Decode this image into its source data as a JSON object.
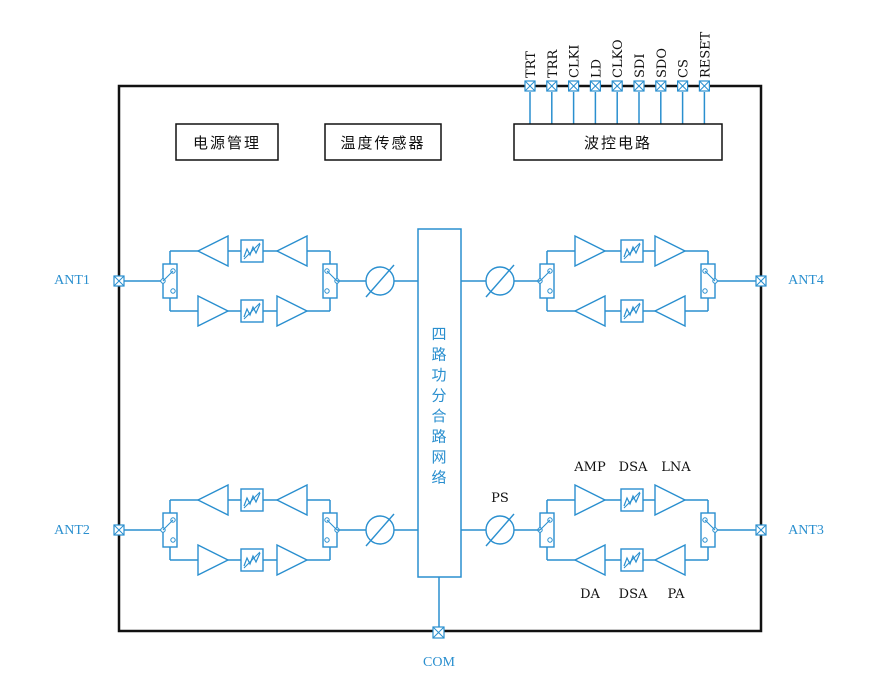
{
  "colors": {
    "outline": "#111111",
    "circuit": "#2a8fcf"
  },
  "blocks": {
    "power": "电源管理",
    "temp": "温度传感器",
    "beam": "波控电路",
    "combiner_chars": [
      "四",
      "路",
      "功",
      "分",
      "合",
      "路",
      "网",
      "络"
    ]
  },
  "pins": [
    "TRT",
    "TRR",
    "CLKI",
    "LD",
    "CLKO",
    "SDI",
    "SDO",
    "CS",
    "RESET"
  ],
  "ports": {
    "ant1": "ANT1",
    "ant2": "ANT2",
    "ant3": "ANT3",
    "ant4": "ANT4",
    "com": "COM"
  },
  "annotations": {
    "ps": "PS",
    "amp": "AMP",
    "dsa_top": "DSA",
    "lna": "LNA",
    "da": "DA",
    "dsa_bottom": "DSA",
    "pa": "PA"
  },
  "icons": {
    "pin": "pin-x-icon",
    "phase_shifter": "phase-shifter-icon",
    "attenuator": "attenuator-icon",
    "amplifier": "amplifier-icon",
    "switch": "switch-icon"
  }
}
